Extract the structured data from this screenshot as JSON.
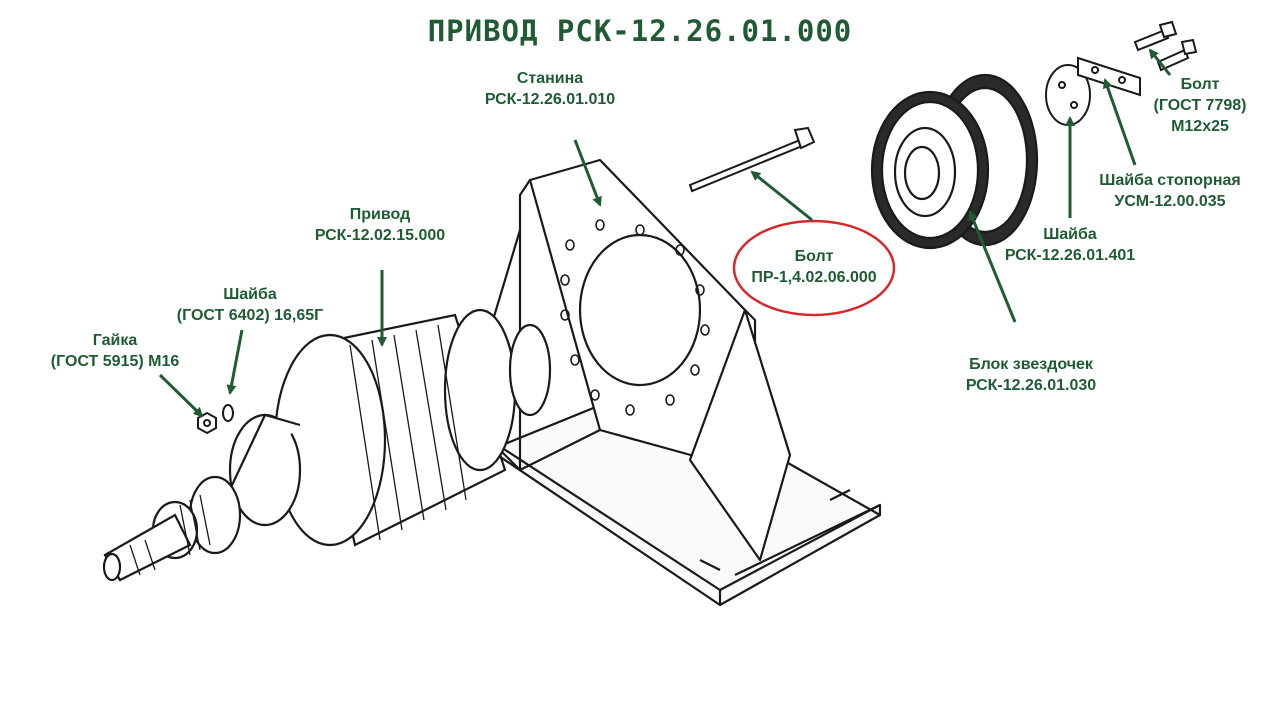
{
  "title": "ПРИВОД РСК-12.26.01.000",
  "colors": {
    "label": "#1f5c33",
    "highlight": "#d62828",
    "drawing": "#1a1a1a"
  },
  "parts": {
    "stanina": {
      "name": "Станина",
      "code": "РСК-12.26.01.010"
    },
    "privod": {
      "name": "Привод",
      "code": "РСК-12.02.15.000"
    },
    "shaiba_gost": {
      "name": "Шайба",
      "code": "(ГОСТ 6402) 16,65Г"
    },
    "gaika": {
      "name": "Гайка",
      "code": "(ГОСТ 5915) М16"
    },
    "bolt_pr": {
      "name": "Болт",
      "code": "ПР-1,4.02.06.000"
    },
    "blok": {
      "name": "Блок звездочек",
      "code": "РСК-12.26.01.030"
    },
    "shaiba_401": {
      "name": "Шайба",
      "code": "РСК-12.26.01.401"
    },
    "shaiba_stop": {
      "name": "Шайба стопорная",
      "code": "УСМ-12.00.035"
    },
    "bolt_gost": {
      "name": "Болт",
      "code": "(ГОСТ 7798)",
      "size": "М12х25"
    }
  }
}
